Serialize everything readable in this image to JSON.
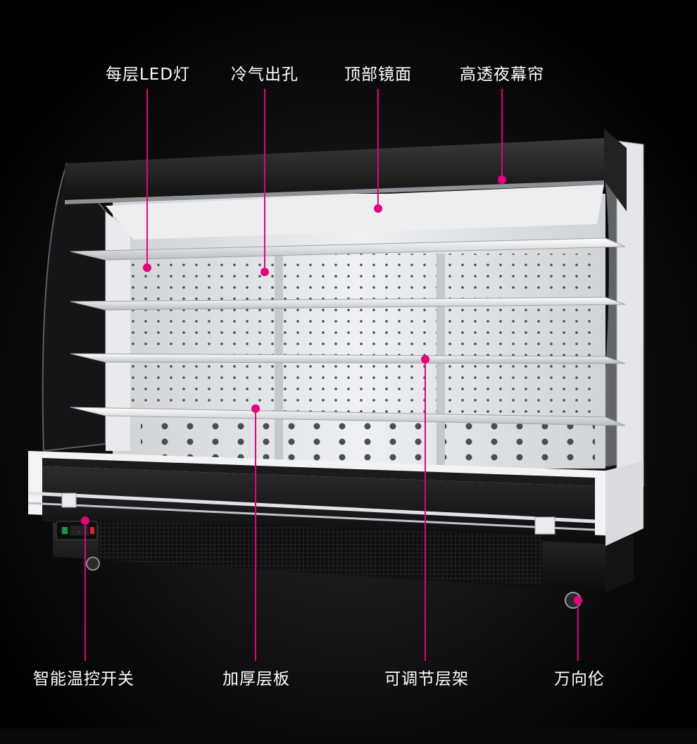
{
  "callouts": {
    "top": [
      {
        "id": "led",
        "text": "每层LED灯"
      },
      {
        "id": "vent",
        "text": "冷气出孔"
      },
      {
        "id": "mirror",
        "text": "顶部镜面"
      },
      {
        "id": "curtain",
        "text": "高透夜幕帘"
      }
    ],
    "bottom": [
      {
        "id": "thermostat",
        "text": "智能温控开关"
      },
      {
        "id": "shelf",
        "text": "加厚层板"
      },
      {
        "id": "rack",
        "text": "可调节层架"
      },
      {
        "id": "caster",
        "text": "万向伦"
      }
    ]
  },
  "colors": {
    "background": "#000000",
    "marker": "#e8007d",
    "label_text": "#ffffff"
  },
  "display": {
    "thermostat_reading": "-"
  }
}
